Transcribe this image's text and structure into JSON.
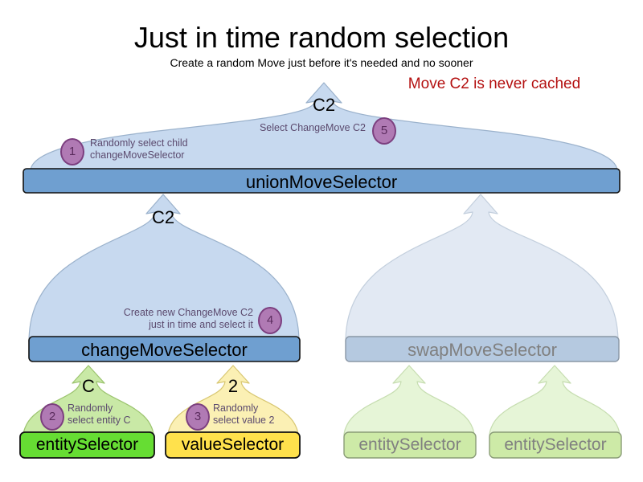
{
  "header": {
    "title": "Just in time random selection",
    "subtitle": "Create a random Move just before it's needed and no sooner",
    "warning": "Move C2 is never cached",
    "warning_color": "#b41111"
  },
  "palette": {
    "arrow_blue_fill": "#c7d9ef",
    "arrow_blue_stroke": "#9bb2cc",
    "bar_blue_fill": "#6f9fd0",
    "bar_blue_stroke": "#1a1a1a",
    "arrow_blue_fade_fill": "#e2e9f3",
    "bar_blue_fade_fill": "#b5c9e0",
    "arrow_green_fill": "#c9e9a6",
    "green_fill": "#66dd33",
    "arrow_yellow_fill": "#fbf0b4",
    "yellow_fill": "#ffe14c",
    "arrow_green_fade_fill": "#e6f5d7",
    "green_fade_fill": "#cdeaa7",
    "badge_fill": "#b07ab4",
    "badge_stroke": "#7c3f7f",
    "note_text": "#5b4a6e",
    "fade_text": "#808080"
  },
  "nodes": {
    "union": {
      "label": "unionMoveSelector",
      "faded": false
    },
    "change": {
      "label": "changeMoveSelector",
      "faded": false
    },
    "swap": {
      "label": "swapMoveSelector",
      "faded": true
    },
    "entity_left": {
      "label": "entitySelector",
      "faded": false
    },
    "value_left": {
      "label": "valueSelector",
      "faded": false
    },
    "entity_swap_1": {
      "label": "entitySelector",
      "faded": true
    },
    "entity_swap_2": {
      "label": "entitySelector",
      "faded": true
    }
  },
  "flow_labels": {
    "union_out": "C2",
    "change_out": "C2",
    "entity_out": "C",
    "value_out": "2"
  },
  "steps": [
    {
      "n": "1",
      "text": "Randomly select child\nchangeMoveSelector",
      "align": "left"
    },
    {
      "n": "2",
      "text": "Randomly\nselect entity C",
      "align": "left"
    },
    {
      "n": "3",
      "text": "Randomly\nselect value 2",
      "align": "left"
    },
    {
      "n": "4",
      "text": "Create new ChangeMove C2\njust in time and select it",
      "align": "right"
    },
    {
      "n": "5",
      "text": "Select ChangeMove C2",
      "align": "right"
    }
  ]
}
